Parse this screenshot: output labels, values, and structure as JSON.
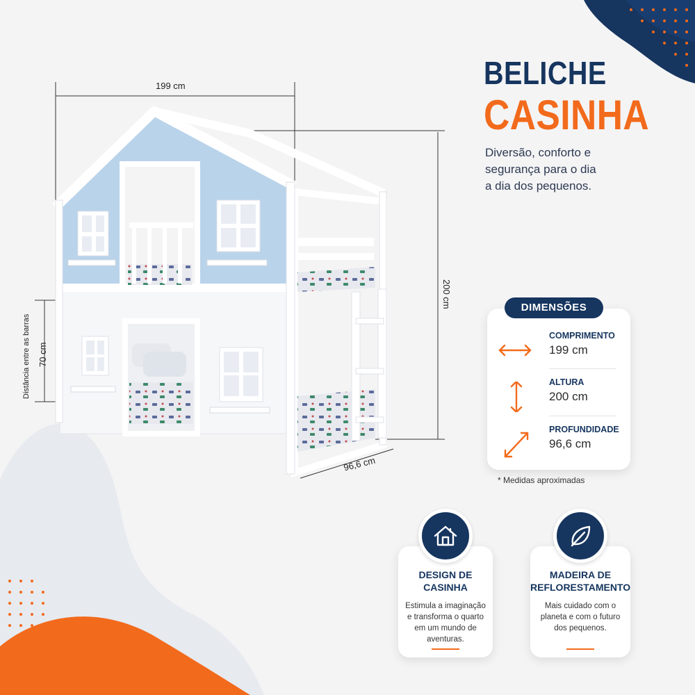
{
  "title": {
    "line1": "BELICHE",
    "line2": "CASINHA"
  },
  "subtitle": [
    "Diversão, conforto e",
    "segurança para o dia",
    "a dia dos pequenos."
  ],
  "measurements": {
    "width_label": "199 cm",
    "height_label": "200 cm",
    "depth_label": "96,6 cm",
    "bars_label": "70 cm",
    "bars_caption": "Distância entre as barras"
  },
  "dimensions": {
    "badge": "DIMENSÕES",
    "items": [
      {
        "label": "COMPRIMENTO",
        "value": "199 cm",
        "icon": "horizontal-arrow-icon"
      },
      {
        "label": "ALTURA",
        "value": "200 cm",
        "icon": "vertical-arrow-icon"
      },
      {
        "label": "PROFUNDIDADE",
        "value": "96,6 cm",
        "icon": "diagonal-arrow-icon"
      }
    ],
    "note": "* Medidas aproximadas"
  },
  "features": [
    {
      "title": [
        "DESIGN DE",
        "CASINHA"
      ],
      "desc": [
        "Estimula a imaginação",
        "e transforma o quarto",
        "em um mundo de",
        "aventuras."
      ],
      "icon": "house-icon"
    },
    {
      "title": [
        "MADEIRA DE",
        "REFLORESTAMENTO"
      ],
      "desc": [
        "Mais cuidado com o",
        "planeta e com o futuro",
        "dos pequenos."
      ],
      "icon": "leaf-icon"
    }
  ],
  "colors": {
    "navy": "#16355f",
    "orange": "#f26a1b",
    "light_blue": "#b9d3ea"
  }
}
